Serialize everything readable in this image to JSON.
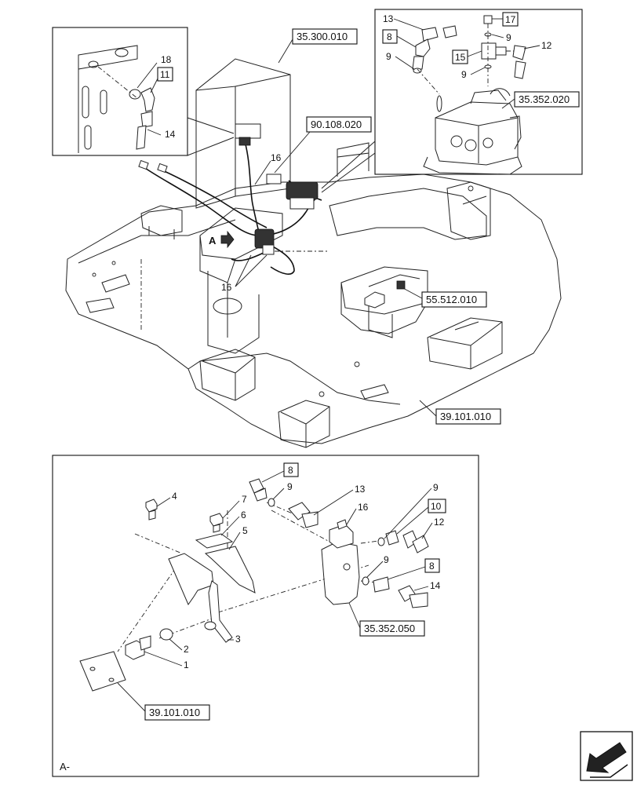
{
  "references": {
    "r_35_300_010": "35.300.010",
    "r_90_108_020": "90.108.020",
    "r_35_352_020": "35.352.020",
    "r_55_512_010": "55.512.010",
    "r_39_101_010_main": "39.101.010",
    "r_35_352_050": "35.352.050",
    "r_39_101_010_detail": "39.101.010"
  },
  "callouts_inset_left": {
    "n18": "18",
    "n11": "11",
    "n14": "14"
  },
  "callouts_inset_right": {
    "n13": "13",
    "n17": "17",
    "n8": "8",
    "n9a": "9",
    "n9b": "9",
    "n9c": "9",
    "n15": "15",
    "n12": "12"
  },
  "callouts_main": {
    "n16_top": "16",
    "n16_bottom": "16",
    "view_arrow_label": "A"
  },
  "callouts_detail": {
    "n4": "4",
    "n7": "7",
    "n6": "6",
    "n5": "5",
    "n8_top": "8",
    "n9_top": "9",
    "n13": "13",
    "n16": "16",
    "n9_right": "9",
    "n10": "10",
    "n12": "12",
    "n9_mid": "9",
    "n8_mid": "8",
    "n14": "14",
    "n3": "3",
    "n2": "2",
    "n1": "1"
  },
  "detail_view_label": "A-",
  "colors": {
    "line": "#222222",
    "background": "#ffffff",
    "dark_fill": "#333333"
  }
}
